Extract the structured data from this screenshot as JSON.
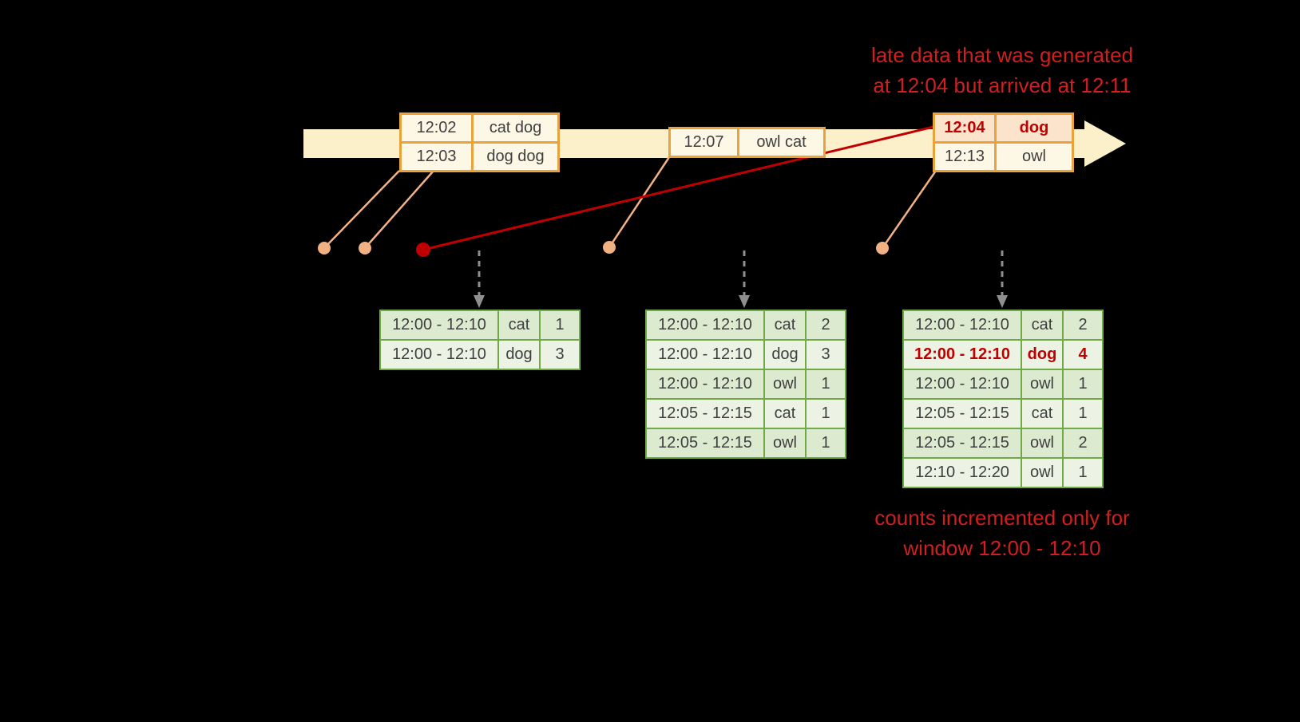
{
  "colors": {
    "background": "#000000",
    "timeline_band": "#fcf0ca",
    "event_border": "#e8a33c",
    "event_fill": "#fdf7e6",
    "late_event_fill": "#fce4cc",
    "late_red": "#c00000",
    "annotation_red": "#d01f1f",
    "salmon": "#f2b183",
    "table_border": "#6faa46",
    "row_dark": "#dcead0",
    "row_light": "#ecf3e5",
    "gray_arrow": "#8f8f8f",
    "text_dark": "#3f3f3f"
  },
  "annotations": {
    "late_data_line1": "late data that was generated",
    "late_data_line2": "at 12:04 but arrived at 12:11",
    "counts_line1": "counts incremented only for",
    "counts_line2": "window 12:00 - 12:10"
  },
  "events": {
    "box1": {
      "rows": [
        {
          "time": "12:02",
          "words": "cat dog"
        },
        {
          "time": "12:03",
          "words": "dog dog"
        }
      ]
    },
    "box2": {
      "rows": [
        {
          "time": "12:07",
          "words": "owl cat"
        }
      ]
    },
    "box3": {
      "rows": [
        {
          "time": "12:04",
          "words": "dog"
        },
        {
          "time": "12:13",
          "words": "owl"
        }
      ]
    }
  },
  "result_tables": [
    {
      "rows": [
        {
          "window": "12:00 - 12:10",
          "word": "cat",
          "count": "1"
        },
        {
          "window": "12:00 - 12:10",
          "word": "dog",
          "count": "3"
        }
      ]
    },
    {
      "rows": [
        {
          "window": "12:00 - 12:10",
          "word": "cat",
          "count": "2"
        },
        {
          "window": "12:00 - 12:10",
          "word": "dog",
          "count": "3"
        },
        {
          "window": "12:00 - 12:10",
          "word": "owl",
          "count": "1"
        },
        {
          "window": "12:05 - 12:15",
          "word": "cat",
          "count": "1"
        },
        {
          "window": "12:05 - 12:15",
          "word": "owl",
          "count": "1"
        }
      ]
    },
    {
      "rows": [
        {
          "window": "12:00 - 12:10",
          "word": "cat",
          "count": "2"
        },
        {
          "window": "12:00 - 12:10",
          "word": "dog",
          "count": "4"
        },
        {
          "window": "12:00 - 12:10",
          "word": "owl",
          "count": "1"
        },
        {
          "window": "12:05 - 12:15",
          "word": "cat",
          "count": "1"
        },
        {
          "window": "12:05 - 12:15",
          "word": "owl",
          "count": "2"
        },
        {
          "window": "12:10 - 12:20",
          "word": "owl",
          "count": "1"
        }
      ]
    }
  ]
}
